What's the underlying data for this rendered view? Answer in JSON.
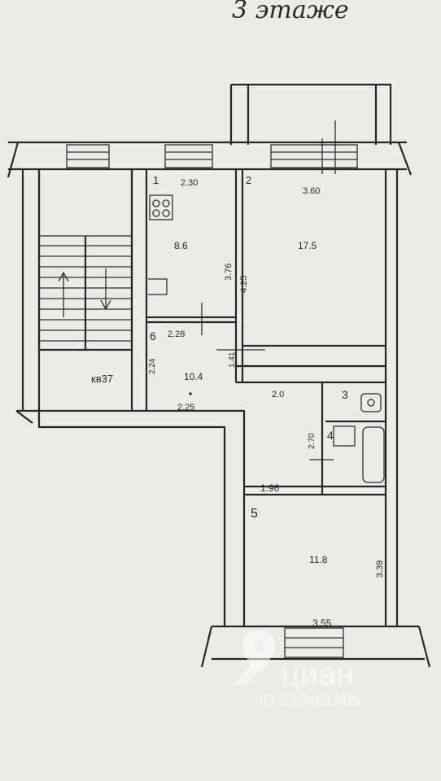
{
  "title": "3 этаже",
  "rooms": [
    {
      "number": "1",
      "area": "8.6"
    },
    {
      "number": "2",
      "area": "17.5"
    },
    {
      "number": "3",
      "area": ""
    },
    {
      "number": "4",
      "area": ""
    },
    {
      "number": "5",
      "area": "11.8"
    },
    {
      "number": "6",
      "area": "10.4"
    }
  ],
  "dims": {
    "d_230": "2.30",
    "d_360": "3.60",
    "d_376": "3.76",
    "d_425": "4.25",
    "d_228": "2.28",
    "d_141": "1.41",
    "d_224": "2.24",
    "d_225": "2.25",
    "d_20": "2.0",
    "d_270": "2.70",
    "d_196": "1.96",
    "d_339": "3.39",
    "d_355": "3.55"
  },
  "stair_label": "кв37",
  "watermark": {
    "brand": "циан",
    "id": "ID 329451505"
  }
}
